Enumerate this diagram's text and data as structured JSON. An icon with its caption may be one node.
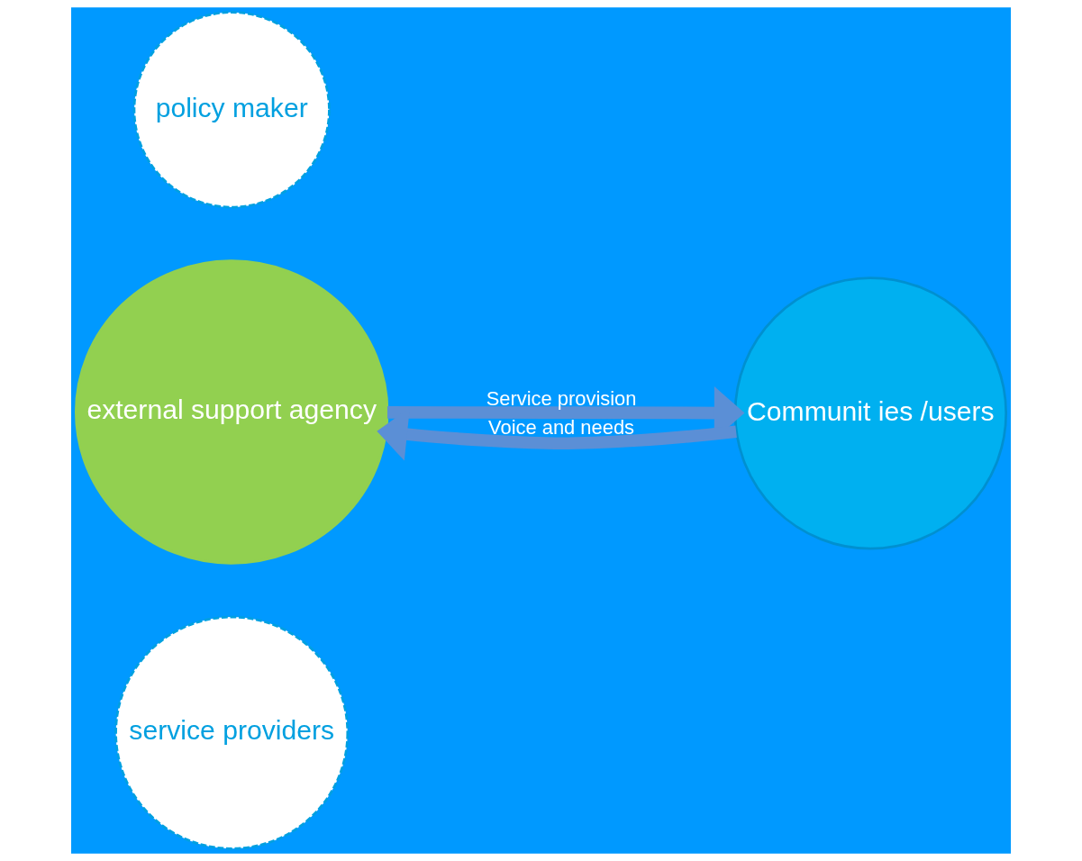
{
  "diagram": {
    "nodes": [
      {
        "text": [
          "policy maker"
        ]
      },
      {
        "text": [
          "external support agency"
        ]
      },
      {
        "text": [
          "service providers"
        ]
      },
      {
        "text": [
          "Communit ies /users"
        ]
      }
    ],
    "edges": [
      {
        "from": 3,
        "to": 1,
        "arrow": "to",
        "label": "Voice and needs"
      },
      {
        "from": 1,
        "to": 3,
        "arrow": "to",
        "label": "Service provision"
      }
    ]
  }
}
